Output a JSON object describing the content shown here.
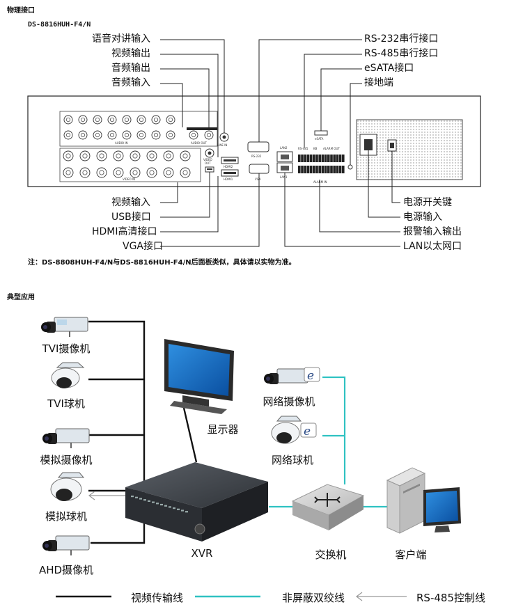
{
  "section1": {
    "title": "物理接口",
    "model": "DS-8816HUH-F4/N",
    "left_top_labels": [
      "语音对讲输入",
      "视频输出",
      "音频输出",
      "音频输入"
    ],
    "right_top_labels": [
      "RS-232串行接口",
      "RS-485串行接口",
      "eSATA接口",
      "接地端"
    ],
    "left_bottom_labels": [
      "视频输入",
      "USB接口",
      "HDMI高清接口",
      "VGA接口"
    ],
    "right_bottom_labels": [
      "电源开关键",
      "电源输入",
      "报警输入输出",
      "LAN以太网口"
    ],
    "panel_text": {
      "audio_in": "AUDIO IN",
      "audio_out": "AUDIO OUT",
      "line_in": "LINE IN",
      "video_in": "VIDEO IN",
      "video_out": "VIDEO OUT",
      "hdmi2": "HDMI2",
      "hdmi1": "HDMI1",
      "vga": "VGA",
      "rs232": "RS-232",
      "lan2": "LAN2",
      "lan1": "LAN1",
      "rs485": "RS-485",
      "kb": "KB",
      "alarm_out": "ALARM OUT",
      "alarm_in": "ALARM IN",
      "esata": "eSATA"
    },
    "note": "注：DS-8808HUH-F4/N与DS-8816HUH-F4/N后面板类似，具体请以实物为准。"
  },
  "section2": {
    "title": "典型应用",
    "devices": {
      "tvi_camera": "TVI摄像机",
      "tvi_dome": "TVI球机",
      "analog_camera": "模拟摄像机",
      "analog_dome": "模拟球机",
      "ahd_camera": "AHD摄像机",
      "monitor": "显示器",
      "xvr": "XVR",
      "ip_camera": "网络摄像机",
      "ip_dome": "网络球机",
      "switch": "交换机",
      "client": "客户端"
    },
    "legend": [
      "视频传输线",
      "非屏蔽双绞线",
      "RS-485控制线"
    ]
  },
  "colors": {
    "video_line": "#111111",
    "utp_line": "#2fc2c2",
    "rs485_line": "#888888"
  }
}
